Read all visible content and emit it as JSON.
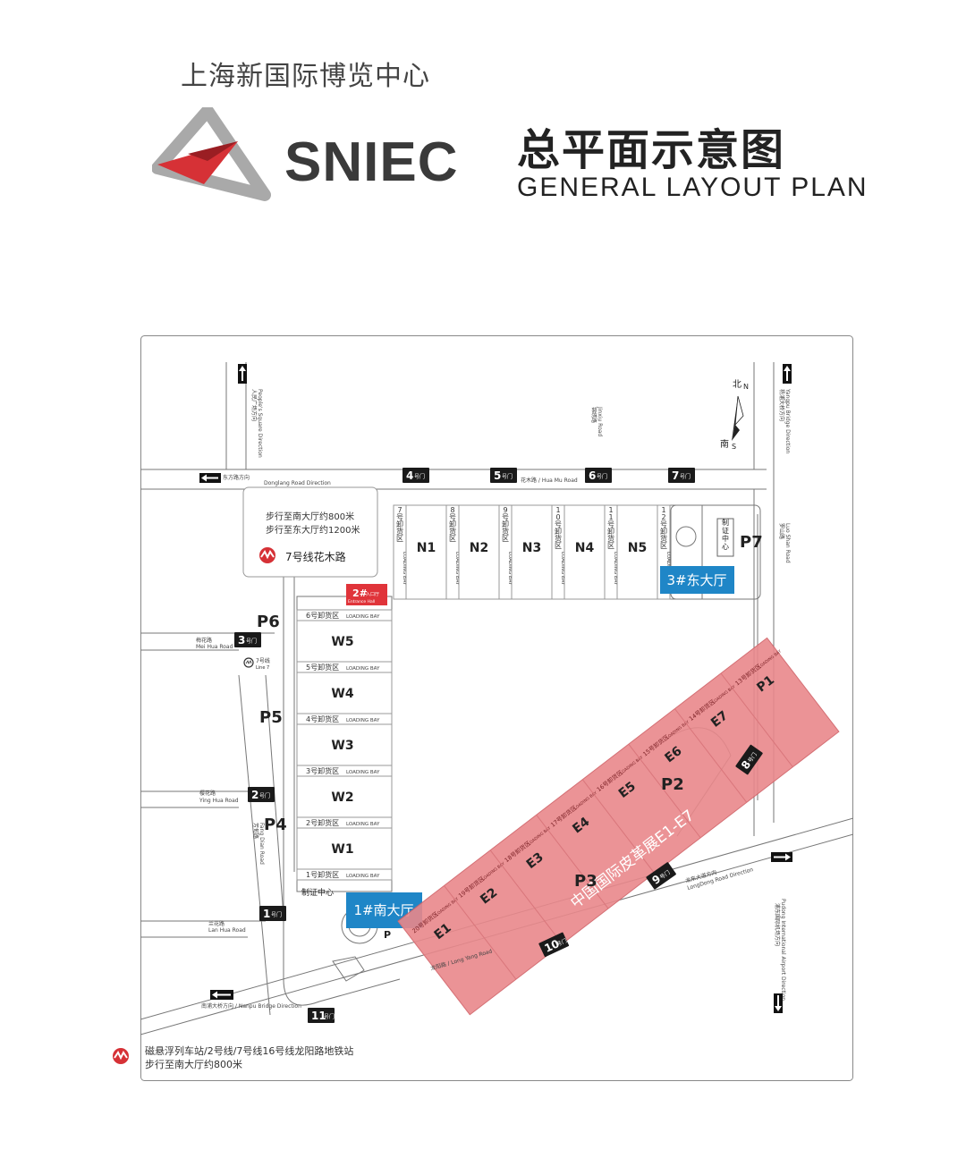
{
  "header": {
    "venue_cn": "上海新国际博览中心",
    "brand": "SNIEC",
    "plan_cn": "总平面示意图",
    "plan_en": "GENERAL  LAYOUT  PLAN"
  },
  "compass": {
    "north_cn": "北",
    "north_en": "N",
    "south_cn": "南",
    "south_en": "S"
  },
  "north_halls": [
    "N1",
    "N2",
    "N3",
    "N4",
    "N5"
  ],
  "north_bays": [
    {
      "cn": "7号卸货区",
      "en": "LOADING BAY"
    },
    {
      "cn": "8号卸货区",
      "en": "LOADING BAY"
    },
    {
      "cn": "9号卸货区",
      "en": "LOADING BAY"
    },
    {
      "cn": "10号卸货区",
      "en": "LOADING BAY"
    },
    {
      "cn": "11号卸货区",
      "en": "LOADING BAY"
    },
    {
      "cn": "12号卸货区",
      "en": "LOADING BAY"
    }
  ],
  "west_halls": [
    "W5",
    "W4",
    "W3",
    "W2",
    "W1"
  ],
  "west_bays": [
    {
      "cn": "6号卸货区",
      "en": "LOADING BAY"
    },
    {
      "cn": "5号卸货区",
      "en": "LOADING BAY"
    },
    {
      "cn": "4号卸货区",
      "en": "LOADING BAY"
    },
    {
      "cn": "3号卸货区",
      "en": "LOADING BAY"
    },
    {
      "cn": "2号卸货区",
      "en": "LOADING BAY"
    },
    {
      "cn": "1号卸货区",
      "en": "LOADING BAY"
    }
  ],
  "east_halls": [
    "P1",
    "E7",
    "E6",
    "E5",
    "E4",
    "E3",
    "E2",
    "E1"
  ],
  "east_bays": [
    {
      "cn": "13号卸货区",
      "en": "LOADING BAY"
    },
    {
      "cn": "14号卸货区",
      "en": "LOADING BAY"
    },
    {
      "cn": "15号卸货区",
      "en": "LOADING BAY"
    },
    {
      "cn": "16号卸货区",
      "en": "LOADING BAY"
    },
    {
      "cn": "17号卸货区",
      "en": "LOADING BAY"
    },
    {
      "cn": "18号卸货区",
      "en": "LOADING BAY"
    },
    {
      "cn": "19号卸货区",
      "en": "LOADING BAY"
    },
    {
      "cn": "20号卸货区",
      "en": "LOADING BAY"
    }
  ],
  "exhibition_label": "中国国际皮革展E1-E7",
  "entrance_halls": {
    "south": "1#南大厅",
    "east": "3#东大厅",
    "hall2_num": "2#",
    "hall2_cn": "入口厅",
    "hall2_en": "Entrance Hall"
  },
  "parking": [
    "P1",
    "P2",
    "P3",
    "P4",
    "P5",
    "P6",
    "P7"
  ],
  "parking_small": "P",
  "cert_center": "制证中心",
  "gates": [
    "1",
    "2",
    "3",
    "4",
    "5",
    "6",
    "7",
    "8",
    "9",
    "10",
    "11"
  ],
  "gate_suffix": "号门",
  "roads": {
    "huamu": "花木路 / Hua Mu Road",
    "donglang": "Donglang Road Direction",
    "donglang_cn": "东方路方向",
    "meihua_cn": "梅花路",
    "meihua": "Mei Hua Road",
    "yinghua_cn": "樱花路",
    "yinghua": "Ying Hua Road",
    "fangdian_cn": "芳甸路",
    "fangdian": "Fang Dian Road",
    "lanhua_cn": "兰花路",
    "lanhua": "Lan Hua Road",
    "longyang": "龙阳路 / Long Yang Road",
    "nanpu": "南浦大桥方向 / Nanpu Bridge Direction",
    "luoshan_cn": "罗山路",
    "luoshan": "Luo Shan Road",
    "yangpu_cn": "杨浦大桥方向",
    "yangpu": "Yangpu Bridge Direction",
    "people_cn": "人民广场方向",
    "people": "People's Square Direction",
    "lianxi_cn": "锦绣路",
    "lianxi": "Jinxiu Road",
    "longdong_cn": "龙东大道方向",
    "longdong": "LongDong Road Direction",
    "pudong_cn": "浦东国际机场方向",
    "pudong": "Pudong International Airport Direction"
  },
  "metro": {
    "line7_station": "7号线花木路",
    "walk_south": "步行至南大厅约800米",
    "walk_east": "步行至东大厅约1200米",
    "line7_small_cn": "7号线",
    "line7_small_en": "Line 7",
    "longyang_station": "磁悬浮列车站/2号线/7号线16号线龙阳路地铁站",
    "longyang_walk": "步行至南大厅约800米"
  },
  "colors": {
    "red": "#e0343a",
    "pink": "#e9888b",
    "blue": "#1f86c7",
    "dark": "#1a1a1a"
  }
}
